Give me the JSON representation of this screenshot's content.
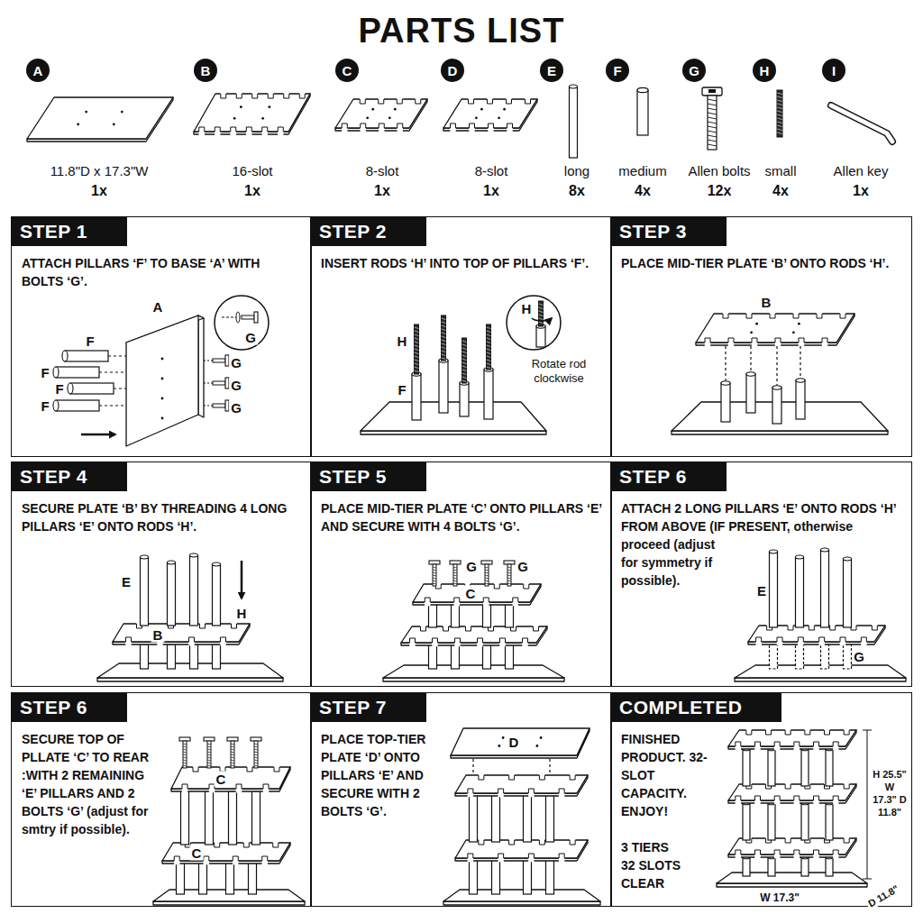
{
  "diagram": {
    "title": "PARTS LIST",
    "nodes": [
      {
        "text": [
          "A"
        ]
      },
      {
        "text": [
          "B"
        ]
      },
      {
        "text": [
          "C"
        ]
      },
      {
        "text": [
          "D"
        ]
      },
      {
        "text": [
          "E"
        ]
      },
      {
        "text": [
          "F"
        ]
      },
      {
        "text": [
          "G"
        ]
      },
      {
        "text": [
          "H"
        ]
      },
      {
        "text": [
          "I"
        ]
      },
      {
        "text": [
          "STEP 1",
          "ATTACH PILLARS ‘F’ TO BASE ‘A’ WITH BOLTS ‘G’."
        ]
      },
      {
        "text": [
          "STEP 2",
          "INSERT RODS ‘H’ INTO TOP OF PILLARS ‘F’."
        ]
      },
      {
        "text": [
          "STEP 3",
          "PLACE MID-TIER PLATE ‘B’ ONTO RODS ‘H’."
        ]
      },
      {
        "text": [
          "STEP 4",
          "SECURE PLATE ‘B’ BY THREADING 4 LONG PILLARS ‘E’ ONTO RODS ‘H’."
        ]
      },
      {
        "text": [
          "STEP 5",
          "PLACE MID-TIER PLATE ‘C’ ONTO PILLARS ‘E’ AND SECURE WITH 4 BOLTS ‘G’."
        ]
      },
      {
        "text": [
          "STEP 6",
          "ATTACH 2 LONG PILLARS ‘E’ ONTO RODS ‘H’ FROM ABOVE (IF PRESENT, otherwise proceed (adjust for symmetry if possible)."
        ]
      },
      {
        "text": [
          "STEP 6",
          "SECURE TOP OF PLLATE ‘C’ TO REAR :WITH 2 REMAINING ‘E’ PILLARS AND 2 BOLTS ‘G’ (adjust for smtry if possible)."
        ]
      },
      {
        "text": [
          "STEP 7",
          "PLACE TOP-TIER PLATE ‘D’ ONTO PILLARS ‘E’ AND SECURE WITH 2 BOLTS ‘G’."
        ]
      },
      {
        "text": [
          "COMPLETED",
          "FINISHED PRODUCT. 32-SLOT CAPACITY. ENJOY!",
          "3 TIERS 32 SLOTS CLEAR"
        ]
      }
    ],
    "labels": [
      "11.8\"D x 17.3\"W",
      "1x",
      "16-slot",
      "1x",
      "8-slot",
      "1x",
      "8-slot",
      "1x",
      "long",
      "8x",
      "medium",
      "4x",
      "Allen bolts",
      "12x",
      "small",
      "4x",
      "Allen key",
      "1x",
      "A",
      "F",
      "F",
      "F",
      "F",
      "G",
      "G",
      "G",
      "G",
      "H",
      "F",
      "H",
      "Rotate rod clockwise",
      "B",
      "E",
      "H",
      "B",
      "G",
      "G",
      "C",
      "E",
      "G",
      "C",
      "C",
      "D",
      "H 25.5\" W 17.3\" D 11.8\"",
      "W 17.3\"",
      "D 11.8\""
    ]
  }
}
